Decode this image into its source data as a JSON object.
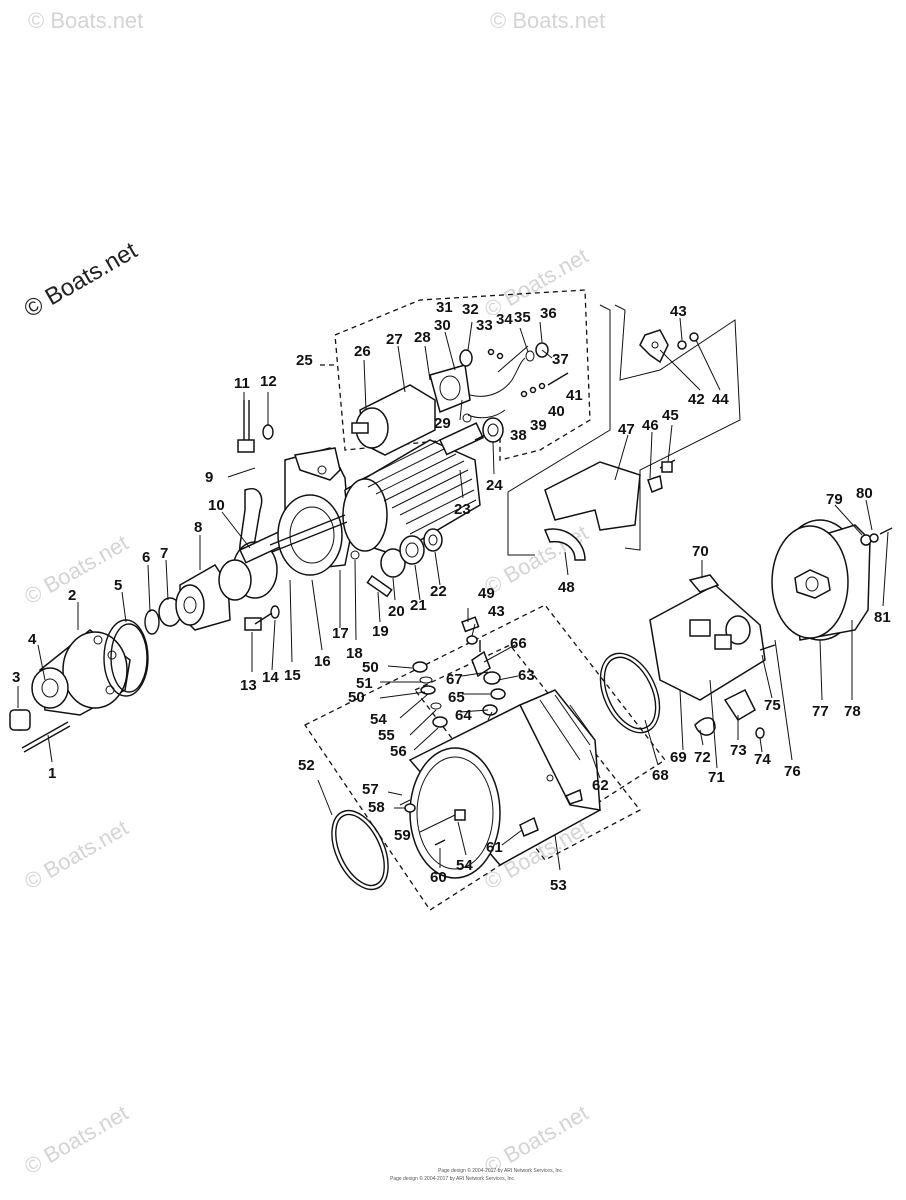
{
  "watermark": {
    "main": "© Boats.net",
    "repeat": "© Boats.net"
  },
  "footer": {
    "line1": "Page design © 2004-2017 by ARI Network Services, Inc.",
    "line2": "Page design © 2004-2017 by ARI Network Services, Inc."
  },
  "labels": [
    "1",
    "2",
    "3",
    "4",
    "5",
    "6",
    "7",
    "8",
    "9",
    "10",
    "11",
    "12",
    "13",
    "14",
    "15",
    "16",
    "17",
    "18",
    "19",
    "20",
    "21",
    "22",
    "23",
    "24",
    "25",
    "26",
    "27",
    "28",
    "29",
    "30",
    "31",
    "32",
    "33",
    "34",
    "35",
    "36",
    "37",
    "38",
    "39",
    "40",
    "41",
    "42",
    "43",
    "43",
    "44",
    "45",
    "46",
    "47",
    "48",
    "49",
    "50",
    "50",
    "51",
    "52",
    "53",
    "54",
    "54",
    "55",
    "56",
    "57",
    "58",
    "59",
    "60",
    "61",
    "62",
    "63",
    "64",
    "65",
    "66",
    "67",
    "68",
    "69",
    "70",
    "71",
    "72",
    "73",
    "74",
    "75",
    "76",
    "77",
    "78",
    "79",
    "80",
    "81"
  ]
}
